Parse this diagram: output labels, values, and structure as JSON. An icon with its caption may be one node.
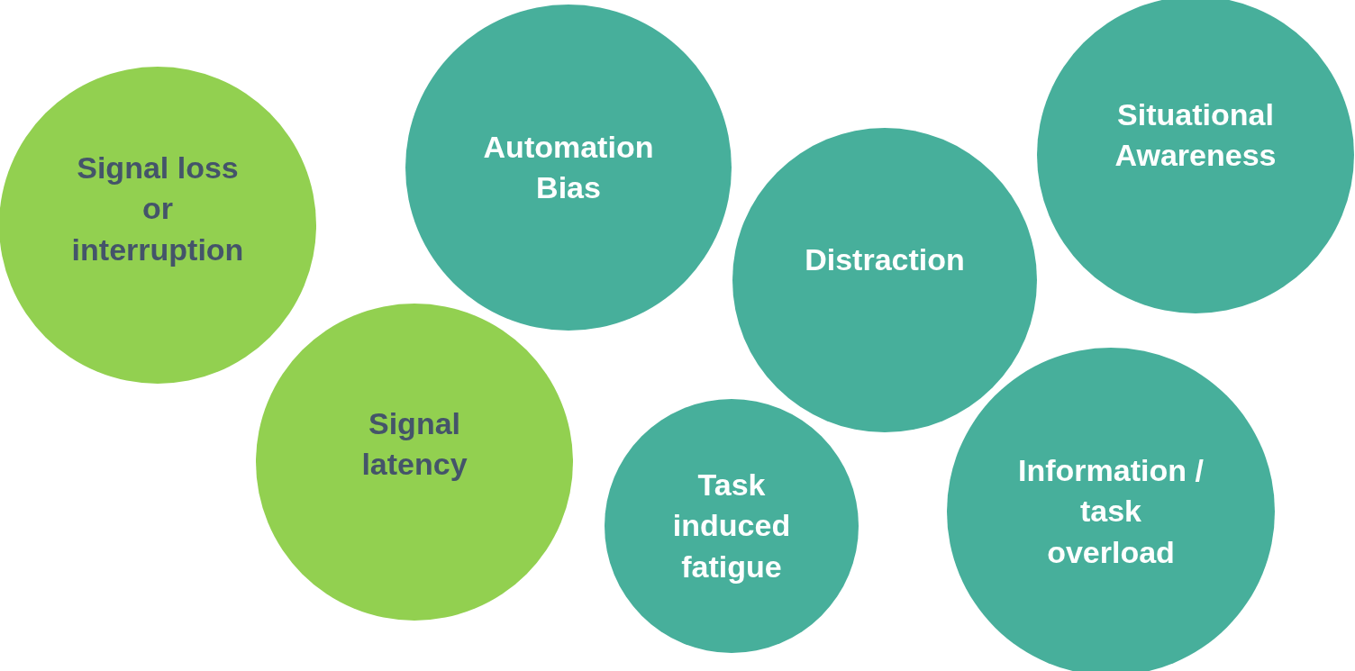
{
  "diagram": {
    "nodes": [
      {
        "text": [
          "Signal loss or interruption"
        ]
      },
      {
        "text": [
          "Automation Bias"
        ]
      },
      {
        "text": [
          "Situational Awareness"
        ]
      },
      {
        "text": [
          "Distraction"
        ]
      },
      {
        "text": [
          "Signal latency"
        ]
      },
      {
        "text": [
          "Task induced fatigue"
        ]
      },
      {
        "text": [
          "Information / task overload"
        ]
      }
    ],
    "edges": []
  }
}
